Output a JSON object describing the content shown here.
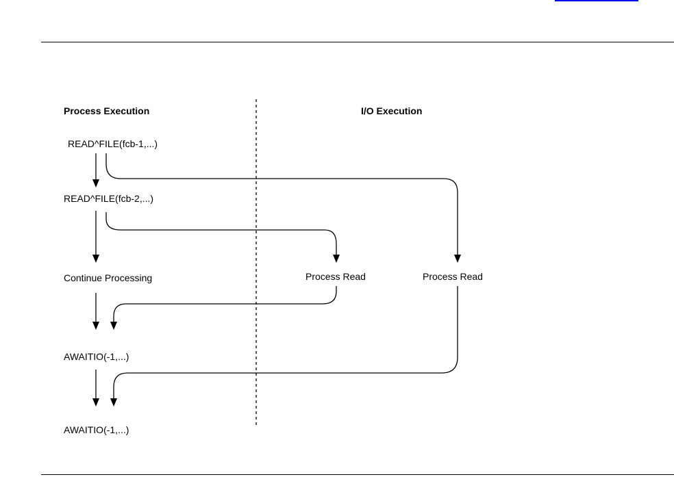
{
  "diagram": {
    "headings": {
      "left": "Process Execution",
      "right": "I/O Execution"
    },
    "process_steps": [
      "READ^FILE(fcb-1,...)",
      "READ^FILE(fcb-2,...)",
      "Continue Processing",
      "AWAITIO(-1,...)",
      "AWAITIO(-1,...)"
    ],
    "io_steps": [
      "Process Read",
      "Process Read"
    ]
  }
}
